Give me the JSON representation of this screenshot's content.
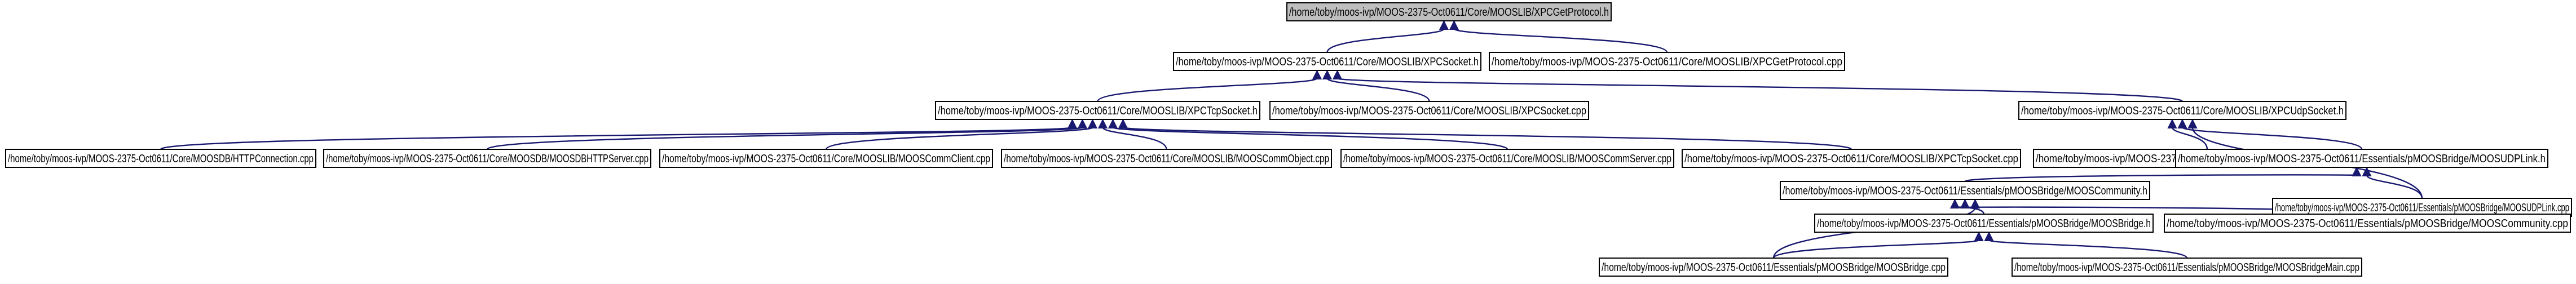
{
  "title": "",
  "colors": {
    "edge": "#191970",
    "root_fill": "#bfbfbf",
    "node_fill": "#ffffff",
    "node_border": "#000000"
  },
  "nodes": [
    {
      "id": "n0",
      "label": "/home/toby/moos-ivp/MOOS-2375-Oct0611/Core/MOOSLIB/XPCGetProtocol.h",
      "root": true
    },
    {
      "id": "n1",
      "label": "/home/toby/moos-ivp/MOOS-2375-Oct0611/Core/MOOSLIB/XPCSocket.h"
    },
    {
      "id": "n2",
      "label": "/home/toby/moos-ivp/MOOS-2375-Oct0611/Core/MOOSLIB/XPCGetProtocol.cpp"
    },
    {
      "id": "n3",
      "label": "/home/toby/moos-ivp/MOOS-2375-Oct0611/Core/MOOSLIB/XPCTcpSocket.h"
    },
    {
      "id": "n4",
      "label": "/home/toby/moos-ivp/MOOS-2375-Oct0611/Core/MOOSLIB/XPCSocket.cpp"
    },
    {
      "id": "n5",
      "label": "/home/toby/moos-ivp/MOOS-2375-Oct0611/Core/MOOSLIB/XPCUdpSocket.h"
    },
    {
      "id": "n6",
      "label": "/home/toby/moos-ivp/MOOS-2375-Oct0611/Core/MOOSDB/HTTPConnection.cpp"
    },
    {
      "id": "n7",
      "label": "/home/toby/moos-ivp/MOOS-2375-Oct0611/Core/MOOSDB/MOOSDBHTTPServer.cpp"
    },
    {
      "id": "n8",
      "label": "/home/toby/moos-ivp/MOOS-2375-Oct0611/Core/MOOSLIB/MOOSCommClient.cpp"
    },
    {
      "id": "n9",
      "label": "/home/toby/moos-ivp/MOOS-2375-Oct0611/Core/MOOSLIB/MOOSCommObject.cpp"
    },
    {
      "id": "n10",
      "label": "/home/toby/moos-ivp/MOOS-2375-Oct0611/Core/MOOSLIB/MOOSCommServer.cpp"
    },
    {
      "id": "n11",
      "label": "/home/toby/moos-ivp/MOOS-2375-Oct0611/Core/MOOSLIB/XPCTcpSocket.cpp"
    },
    {
      "id": "n12",
      "label": "/home/toby/moos-ivp/MOOS-2375-Oct0611/Core/MOOSLIB/XPCUdpSocket.cpp"
    },
    {
      "id": "n13",
      "label": "/home/toby/moos-ivp/MOOS-2375-Oct0611/Essentials/pMOOSBridge/MOOSUDPLink.h"
    },
    {
      "id": "n14",
      "label": "/home/toby/moos-ivp/MOOS-2375-Oct0611/Essentials/pMOOSBridge/MOOSCommunity.h"
    },
    {
      "id": "n15",
      "label": "/home/toby/moos-ivp/MOOS-2375-Oct0611/Essentials/pMOOSBridge/MOOSUDPLink.cpp"
    },
    {
      "id": "n16",
      "label": "/home/toby/moos-ivp/MOOS-2375-Oct0611/Essentials/pMOOSBridge/MOOSBridge.h"
    },
    {
      "id": "n17",
      "label": "/home/toby/moos-ivp/MOOS-2375-Oct0611/Essentials/pMOOSBridge/MOOSCommunity.cpp"
    },
    {
      "id": "n18",
      "label": "/home/toby/moos-ivp/MOOS-2375-Oct0611/Essentials/pMOOSBridge/MOOSBridge.cpp"
    },
    {
      "id": "n19",
      "label": "/home/toby/moos-ivp/MOOS-2375-Oct0611/Essentials/pMOOSBridge/MOOSBridgeMain.cpp"
    }
  ],
  "edges": [
    {
      "from": "n1",
      "to": "n0"
    },
    {
      "from": "n2",
      "to": "n0"
    },
    {
      "from": "n3",
      "to": "n1"
    },
    {
      "from": "n4",
      "to": "n1"
    },
    {
      "from": "n5",
      "to": "n1"
    },
    {
      "from": "n6",
      "to": "n3"
    },
    {
      "from": "n7",
      "to": "n3"
    },
    {
      "from": "n8",
      "to": "n3"
    },
    {
      "from": "n9",
      "to": "n3"
    },
    {
      "from": "n10",
      "to": "n3"
    },
    {
      "from": "n11",
      "to": "n3"
    },
    {
      "from": "n12",
      "to": "n5"
    },
    {
      "from": "n13",
      "to": "n5"
    },
    {
      "from": "n15",
      "to": "n5"
    },
    {
      "from": "n14",
      "to": "n13"
    },
    {
      "from": "n15",
      "to": "n13"
    },
    {
      "from": "n16",
      "to": "n14"
    },
    {
      "from": "n17",
      "to": "n14"
    },
    {
      "from": "n18",
      "to": "n14"
    },
    {
      "from": "n18",
      "to": "n16"
    },
    {
      "from": "n19",
      "to": "n16"
    }
  ]
}
